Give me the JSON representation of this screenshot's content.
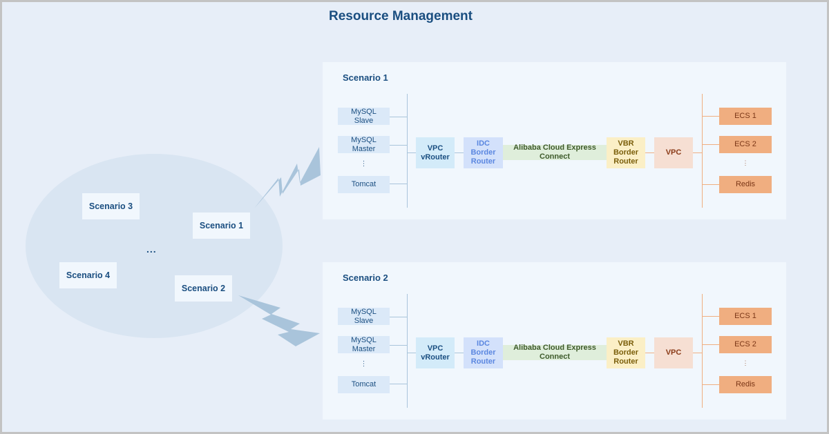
{
  "title": "Resource Management",
  "overview": {
    "scenarios": [
      "Scenario 3",
      "Scenario 1",
      "Scenario 4",
      "Scenario 2"
    ],
    "ellipsis": "..."
  },
  "colors": {
    "title": "#1a4e80",
    "bolt": "#a9c4db",
    "app_node": "#dbe9f8",
    "vrouter": "#d3ebf9",
    "idc": "#d3e1fb",
    "express": "#dfeedb",
    "vbr": "#fbefc6",
    "vpc": "#f6dfd3",
    "cloud_service": "#f0ae80"
  },
  "panels": [
    {
      "title": "Scenario 1",
      "apps": [
        "MySQL\nSlave",
        "MySQL\nMaster",
        "Tomcat"
      ],
      "apps_ellipsis": "⋮",
      "vrouter": "VPC\nvRouter",
      "idc": "IDC\nBorder\nRouter",
      "express": "Alibaba Cloud Express\nConnect",
      "vbr": "VBR\nBorder\nRouter",
      "vpc": "VPC",
      "services": [
        "ECS 1",
        "ECS 2",
        "Redis"
      ],
      "services_ellipsis": "⋮"
    },
    {
      "title": "Scenario 2",
      "apps": [
        "MySQL\nSlave",
        "MySQL\nMaster",
        "Tomcat"
      ],
      "apps_ellipsis": "⋮",
      "vrouter": "VPC\nvRouter",
      "idc": "IDC\nBorder\nRouter",
      "express": "Alibaba Cloud Express\nConnect",
      "vbr": "VBR\nBorder\nRouter",
      "vpc": "VPC",
      "services": [
        "ECS 1",
        "ECS 2",
        "Redis"
      ],
      "services_ellipsis": "⋮"
    }
  ]
}
